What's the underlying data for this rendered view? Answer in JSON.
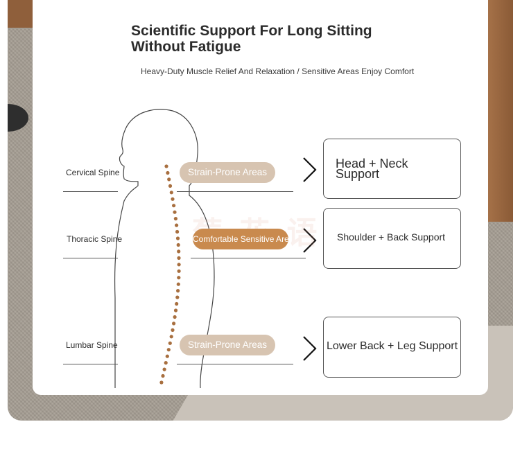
{
  "header": {
    "title_line1": "Scientific Support For Long Sitting",
    "title_line2": "Without Fatigue",
    "subtitle": "Heavy-Duty Muscle Relief And Relaxation / Sensitive Areas Enjoy Comfort"
  },
  "spine_labels": {
    "cervical": "Cervical Spine",
    "thoracic": "Thoracic Spine",
    "lumbar": "Lumbar Spine"
  },
  "tags": {
    "top": "Strain-Prone Areas",
    "middle": "Comfortable Sensitive Areas",
    "bottom": "Strain-Prone Areas"
  },
  "supports": {
    "head_line1": "Head + Neck",
    "head_line2": "Support",
    "shoulder": "Shoulder + Back Support",
    "lower": "Lower Back + Leg Support"
  },
  "colors": {
    "strain_tag": "#d7c4b1",
    "comfort_tag": "#c98a4e",
    "spine_dots": "#a86f3f"
  },
  "icons": {
    "arrow": "chevron-right-icon",
    "figure": "human-silhouette-icon"
  }
}
